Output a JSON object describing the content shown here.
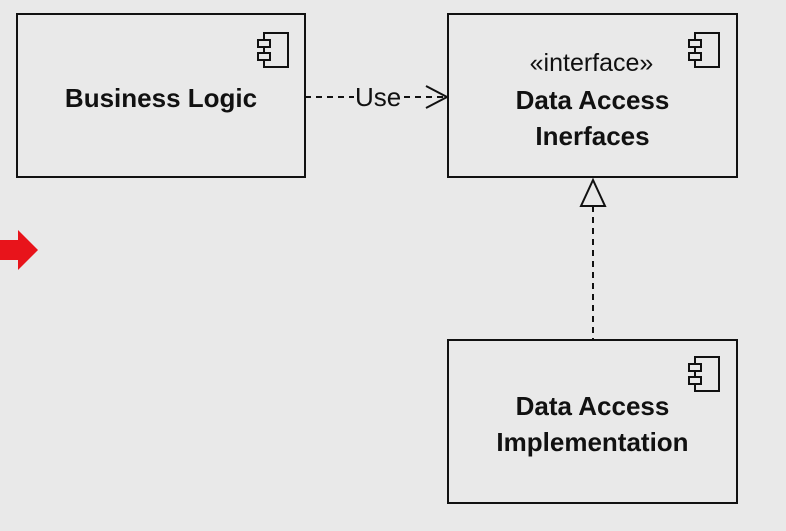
{
  "components": {
    "business_logic": {
      "title": "Business Logic",
      "icon": "component-icon"
    },
    "data_access_interfaces": {
      "stereotype": "«interface»",
      "title_line1": "Data Access",
      "title_line2": "Inerfaces",
      "icon": "component-icon"
    },
    "data_access_implementation": {
      "title_line1": "Data Access",
      "title_line2": "Implementation",
      "icon": "component-icon"
    }
  },
  "connectors": {
    "use": {
      "label": "Use",
      "style": "dashed",
      "arrowhead": "open"
    },
    "realization": {
      "style": "dashed",
      "arrowhead": "hollow-triangle"
    }
  },
  "colors": {
    "background": "#e9e9e9",
    "stroke": "#111111",
    "pointer": "#e8141b"
  },
  "icons": [
    "component-icon",
    "red-pointer-arrow-icon"
  ]
}
